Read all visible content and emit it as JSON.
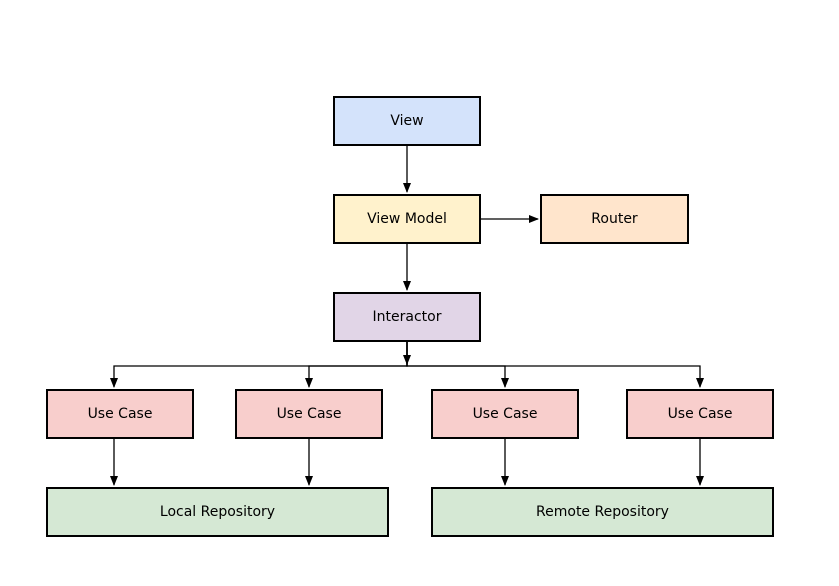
{
  "colors": {
    "view": "#d4e3fb",
    "view_model": "#fff2cc",
    "router": "#ffe5cc",
    "interactor": "#e1d5e7",
    "use_case": "#f8cecc",
    "repository": "#d5e8d4",
    "stroke": "#000000"
  },
  "nodes": {
    "view": "View",
    "view_model": "View Model",
    "router": "Router",
    "interactor": "Interactor",
    "use_cases": [
      "Use Case",
      "Use Case",
      "Use Case",
      "Use Case"
    ],
    "local_repository": "Local Repository",
    "remote_repository": "Remote Repository"
  },
  "edges": [
    {
      "from": "view",
      "to": "view_model"
    },
    {
      "from": "view_model",
      "to": "router"
    },
    {
      "from": "view_model",
      "to": "interactor"
    },
    {
      "from": "interactor",
      "to": "use_case_1"
    },
    {
      "from": "interactor",
      "to": "use_case_2"
    },
    {
      "from": "interactor",
      "to": "use_case_3"
    },
    {
      "from": "interactor",
      "to": "use_case_4"
    },
    {
      "from": "use_case_1",
      "to": "local_repository"
    },
    {
      "from": "use_case_2",
      "to": "local_repository"
    },
    {
      "from": "use_case_3",
      "to": "remote_repository"
    },
    {
      "from": "use_case_4",
      "to": "remote_repository"
    }
  ]
}
